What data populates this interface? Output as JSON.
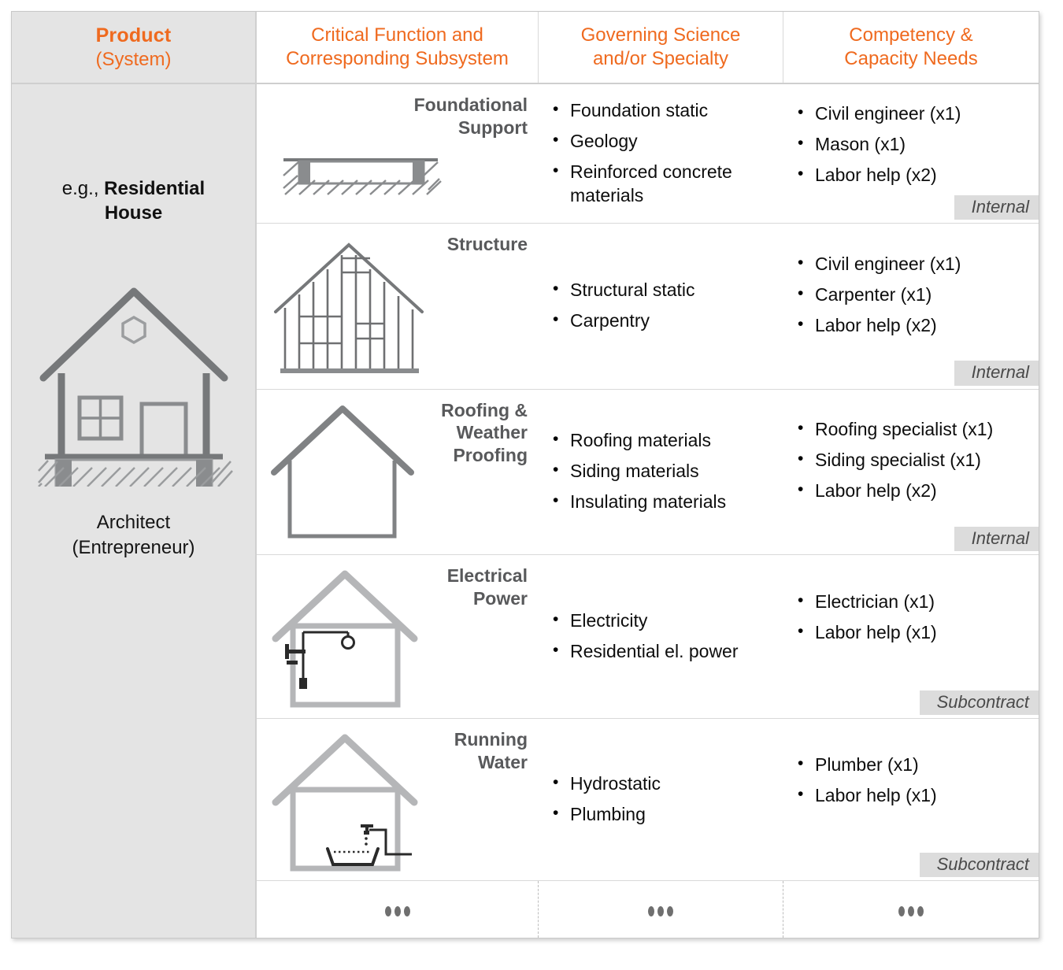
{
  "header": {
    "product": {
      "title": "Product",
      "subtitle": "(System)"
    },
    "function": {
      "line1": "Critical Function and",
      "line2": "Corresponding Subsystem"
    },
    "science": {
      "line1": "Governing Science",
      "line2": "and/or Specialty"
    },
    "competency": {
      "line1": "Competency &",
      "line2": "Capacity Needs"
    }
  },
  "product_column": {
    "example_prefix": "e.g., ",
    "example_name": "Residential House",
    "role_line1": "Architect",
    "role_line2": "(Entrepreneur)",
    "diagram": "residential-house-section-icon"
  },
  "rows": [
    {
      "function_title": "Foundational\nSupport",
      "function_title_lines": [
        "Foundational",
        "Support"
      ],
      "diagram": "foundation-section-icon",
      "science": [
        "Foundation static",
        "Geology",
        "Reinforced concrete materials"
      ],
      "competency": [
        "Civil engineer (x1)",
        "Mason (x1)",
        "Labor help (x2)"
      ],
      "sourcing": "Internal"
    },
    {
      "function_title_lines": [
        "Structure"
      ],
      "diagram": "house-framing-icon",
      "science": [
        "Structural static",
        "Carpentry"
      ],
      "competency": [
        "Civil engineer (x1)",
        "Carpenter (x1)",
        "Labor help (x2)"
      ],
      "sourcing": "Internal"
    },
    {
      "function_title_lines": [
        "Roofing &",
        "Weather",
        "Proofing"
      ],
      "diagram": "house-outline-icon",
      "science": [
        "Roofing materials",
        "Siding materials",
        "Insulating materials"
      ],
      "competency": [
        "Roofing specialist (x1)",
        "Siding specialist (x1)",
        "Labor help (x2)"
      ],
      "sourcing": "Internal"
    },
    {
      "function_title_lines": [
        "Electrical",
        "Power"
      ],
      "diagram": "house-electrical-wiring-icon",
      "science": [
        "Electricity",
        "Residential el. power"
      ],
      "competency": [
        "Electrician (x1)",
        "Labor help (x1)"
      ],
      "sourcing": "Subcontract"
    },
    {
      "function_title_lines": [
        "Running",
        "Water"
      ],
      "diagram": "house-plumbing-icon",
      "science": [
        "Hydrostatic",
        "Plumbing"
      ],
      "competency": [
        "Plumber (x1)",
        "Labor help (x1)"
      ],
      "sourcing": "Subcontract"
    }
  ],
  "continuation_row": {
    "function": "•••",
    "science": "•••",
    "competency": "•••"
  },
  "colors": {
    "accent_orange": "#ef6a1f",
    "sidebar_gray": "#e4e4e4",
    "badge_gray": "#dcdcdc",
    "line_gray": "#d9d9d9",
    "art_dark_gray": "#6f7072",
    "art_light_gray": "#b0b0b0",
    "text_dark": "#58595b"
  }
}
